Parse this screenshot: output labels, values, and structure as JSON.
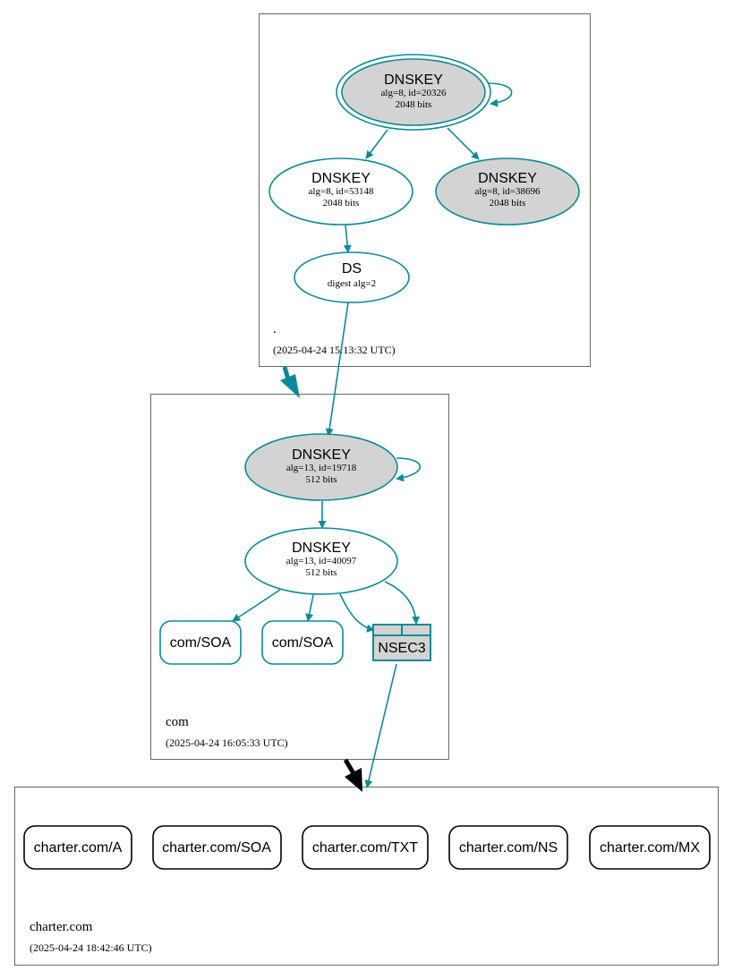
{
  "colors": {
    "edge": "#0a8a99",
    "grey_fill": "#d3d3d3",
    "white_fill": "#ffffff",
    "delegation_black": "#000000",
    "box_border": "#444444"
  },
  "zones": {
    "root": {
      "name": ".",
      "time": "(2025-04-24 15:13:32 UTC)"
    },
    "com": {
      "name": "com",
      "time": "(2025-04-24 16:05:33 UTC)"
    },
    "charter": {
      "name": "charter.com",
      "time": "(2025-04-24 18:42:46 UTC)"
    }
  },
  "nodes": {
    "root_ksk": {
      "title": "DNSKEY",
      "line1": "alg=8, id=20326",
      "line2": "2048 bits"
    },
    "root_zsk1": {
      "title": "DNSKEY",
      "line1": "alg=8, id=53148",
      "line2": "2048 bits"
    },
    "root_zsk2": {
      "title": "DNSKEY",
      "line1": "alg=8, id=38696",
      "line2": "2048 bits"
    },
    "root_ds": {
      "title": "DS",
      "line1": "digest alg=2"
    },
    "com_ksk": {
      "title": "DNSKEY",
      "line1": "alg=13, id=19718",
      "line2": "512 bits"
    },
    "com_zsk": {
      "title": "DNSKEY",
      "line1": "alg=13, id=40097",
      "line2": "512 bits"
    },
    "com_soa1": {
      "title": "com/SOA"
    },
    "com_soa2": {
      "title": "com/SOA"
    },
    "nsec3": {
      "title": "NSEC3"
    }
  },
  "records": [
    {
      "label": "charter.com/A"
    },
    {
      "label": "charter.com/SOA"
    },
    {
      "label": "charter.com/TXT"
    },
    {
      "label": "charter.com/NS"
    },
    {
      "label": "charter.com/MX"
    }
  ]
}
